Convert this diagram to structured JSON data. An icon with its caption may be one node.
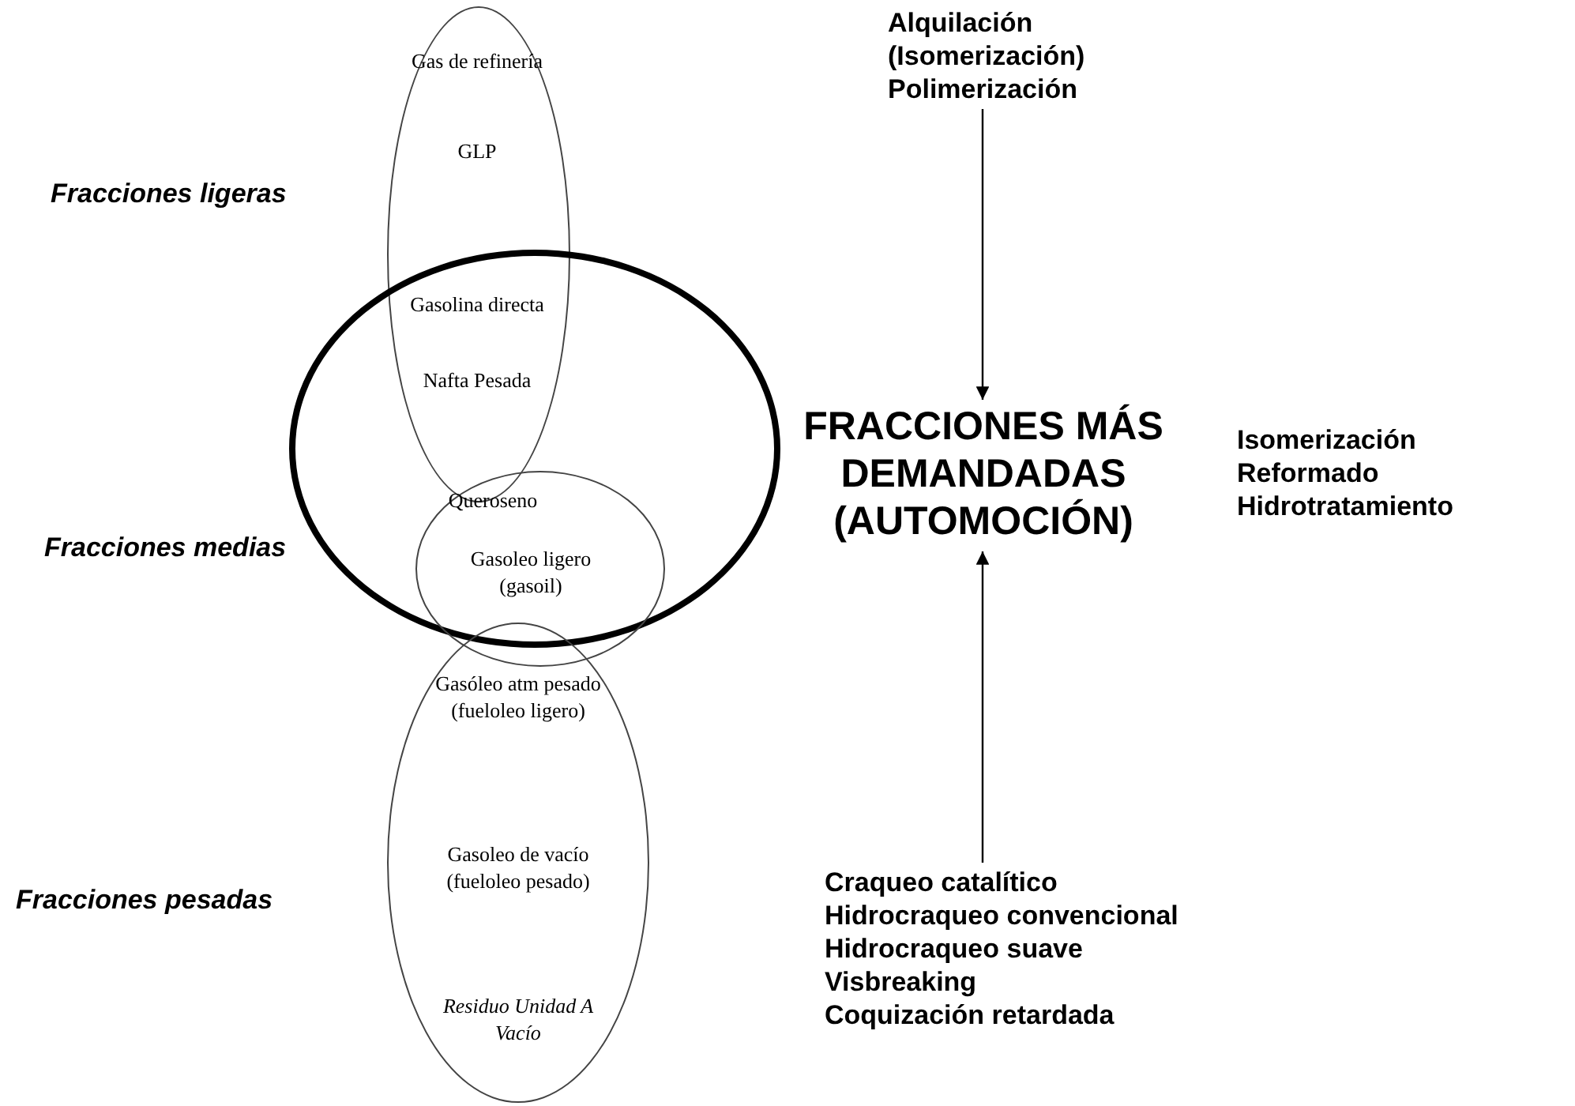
{
  "diagram": {
    "nodes": [
      {
        "text": [
          "Gas de refinería",
          "GLP",
          "Gasolina directa",
          "Nafta Pesada"
        ]
      },
      {
        "text": [],
        "shape": "circle"
      },
      {
        "text": [
          "Queroseno",
          "Gasoleo ligero (gasoil)"
        ]
      },
      {
        "text": [
          "Gasóleo atm pesado (fueloleo ligero)",
          "Gasoleo de vacío (fueloleo pesado)",
          "Residuo Unidad A Vacío"
        ]
      },
      {
        "text": [
          "Alquilación",
          "(Isomerización)",
          "Polimerización"
        ]
      },
      {
        "text": [
          "FRACCIONES MÁS DEMANDADAS (AUTOMOCIÓN)"
        ]
      },
      {
        "text": [
          "Craqueo catalítico",
          "Hidrocraqueo convencional",
          "Hidrocraqueo suave",
          "Visbreaking",
          "Coquización retardada"
        ]
      }
    ],
    "edges": [
      {
        "from": 4,
        "to": 5,
        "arrow": "to"
      },
      {
        "from": 6,
        "to": 5,
        "arrow": "to"
      }
    ],
    "labels": [
      "Fracciones ligeras",
      "Isomerización",
      "Reformado",
      "Hidrotratamiento",
      "Fracciones medias",
      "Fracciones pesadas"
    ]
  }
}
